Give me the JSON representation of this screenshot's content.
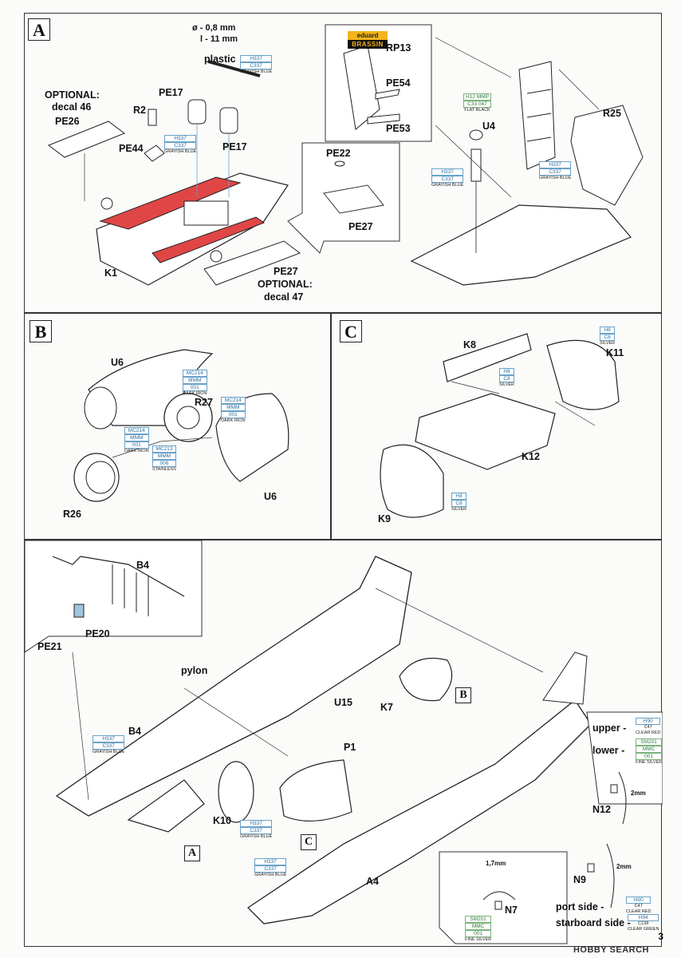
{
  "steps": {
    "a": "A",
    "b": "B",
    "c": "C",
    "ref_b": "B",
    "ref_c": "C",
    "ref_a": "A"
  },
  "brand": {
    "top": "eduard",
    "bottom": "BRASSIN"
  },
  "panel_a": {
    "rod_dim1": "ø - 0,8 mm",
    "rod_dim2": "l - 11 mm",
    "plastic": "plastic",
    "pe17_top": "PE17",
    "pe17_right": "PE17",
    "r2": "R2",
    "pe44": "PE44",
    "optional_46_line1": "OPTIONAL:",
    "optional_46_line2": "decal 46",
    "pe26": "PE26",
    "k1": "K1",
    "pe27_bottom": "PE27",
    "optional_47_line1": "OPTIONAL:",
    "optional_47_line2": "decal 47",
    "pe22": "PE22",
    "pe27_inset": "PE27",
    "rp13": "RP13",
    "pe54": "PE54",
    "pe53": "PE53",
    "u4": "U4",
    "r25": "R25",
    "paint_plastic": {
      "code1": "H337",
      "code2": "C337",
      "name": "GRAYISH BLUE"
    },
    "paint_k1": {
      "code1": "H337",
      "code2": "C337",
      "name": "GRAYISH BLUE"
    },
    "paint_u4_top": {
      "code1": "H12",
      "code2": "MMP",
      "code3": "C33",
      "code4": "047",
      "name": "FLAT BLACK"
    },
    "paint_u4": {
      "code1": "H337",
      "code2": "C337",
      "name": "GRAYISH BLUE"
    },
    "paint_r25": {
      "code1": "H337",
      "code2": "C337",
      "name": "GRAYISH BLUE"
    }
  },
  "panel_b": {
    "u6_top": "U6",
    "r27": "R27",
    "u6_bottom": "U6",
    "r26": "R26",
    "paint_mc214_a": {
      "code1": "MC214",
      "code2": "MMM",
      "code3": "001",
      "name": "DARK IRON"
    },
    "paint_mc214_b": {
      "code1": "MC214",
      "code2": "MMM",
      "code3": "001",
      "name": "DARK IRON"
    },
    "paint_mc214_c": {
      "code1": "MC214",
      "code2": "MMM",
      "code3": "001",
      "name": "DARK IRON"
    },
    "paint_mc213": {
      "code1": "MC213",
      "code2": "MMM",
      "code3": "006",
      "name": "STAINLESS"
    }
  },
  "panel_c": {
    "k8": "K8",
    "k11": "K11",
    "k12": "K12",
    "k9": "K9",
    "paint_k11": {
      "code1": "H8",
      "code2": "C8",
      "name": "SILVER"
    },
    "paint_k8": {
      "code1": "H8",
      "code2": "C8",
      "name": "SILVER"
    },
    "paint_k9": {
      "code1": "H8",
      "code2": "C8",
      "name": "SILVER"
    }
  },
  "panel_main": {
    "b4_inset": "B4",
    "pe20": "PE20",
    "pe21": "PE21",
    "pylon": "pylon",
    "b4": "B4",
    "k7": "K7",
    "u15": "U15",
    "p1": "P1",
    "k10": "K10",
    "a4": "A4",
    "n7": "N7",
    "n7_dim": "1,7mm",
    "n12": "N12",
    "n12_dim": "2mm",
    "n9": "N9",
    "n9_dim": "2mm",
    "upper": "upper -",
    "lower": "lower -",
    "port": "port side -",
    "starboard": "starboard side -",
    "paint_b4": {
      "code1": "H337",
      "code2": "C337",
      "name": "GRAYISH BLUE"
    },
    "paint_k10": {
      "code1": "H337",
      "code2": "C337",
      "name": "GRAYISH BLUE"
    },
    "paint_a4": {
      "code1": "H337",
      "code2": "C337",
      "name": "GRAYISH BLUE"
    },
    "paint_n7": {
      "code1": "SM201",
      "code2": "MMC",
      "code3": "001",
      "name": "FINE SILVER"
    },
    "paint_upper": {
      "code1": "H90",
      "code2": "C47",
      "name": "CLEAR RED"
    },
    "paint_lower": {
      "code1": "SM201",
      "code2": "MMC",
      "code3": "001",
      "name": "FINE SILVER"
    },
    "paint_port": {
      "code1": "H90",
      "code2": "C47",
      "name": "CLEAR RED"
    },
    "paint_starboard": {
      "code1": "H94",
      "code2": "C138",
      "name": "CLEAR GREEN"
    }
  },
  "footer": {
    "page": "3",
    "watermark": "HOBBY SEARCH"
  }
}
